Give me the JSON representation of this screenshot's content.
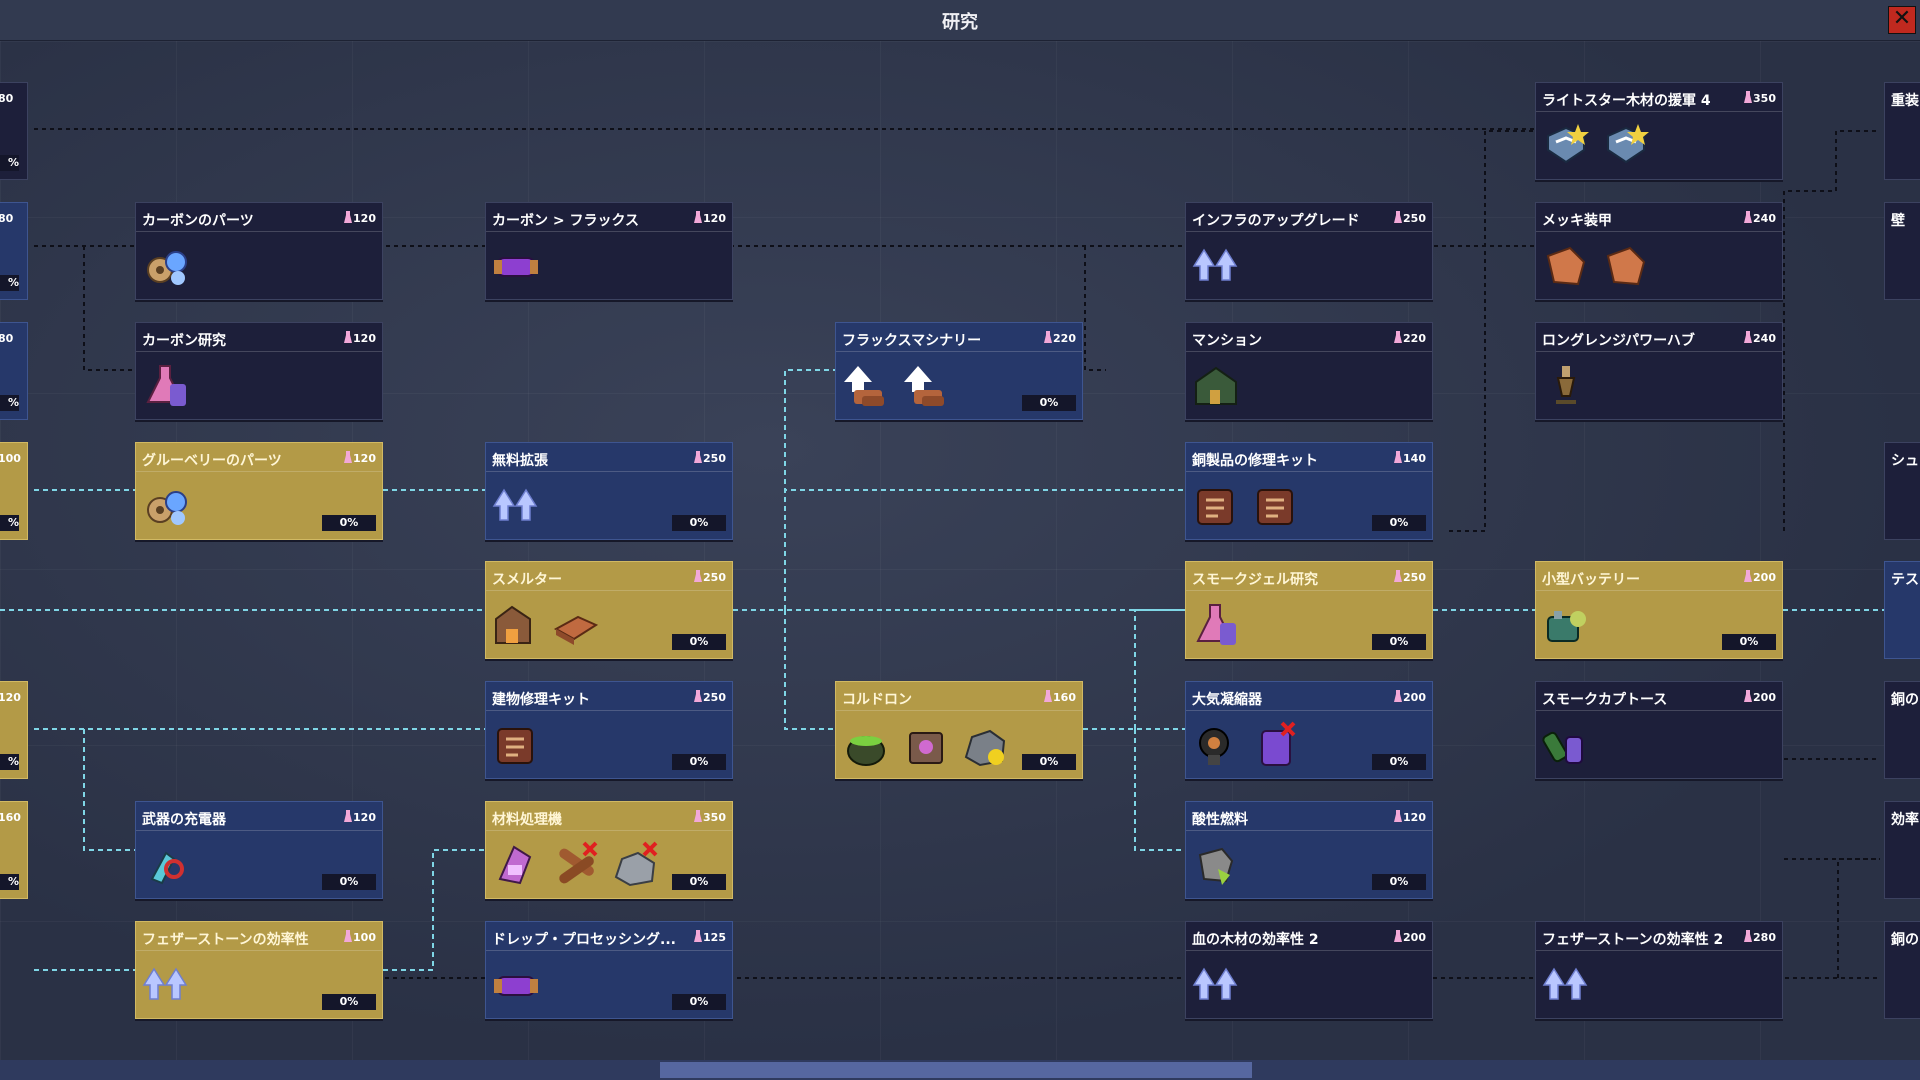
{
  "window": {
    "title": "研究",
    "close_label": "✕"
  },
  "left_stubs": [
    {
      "cost": "80",
      "pct": "%",
      "style": "dark"
    },
    {
      "cost": "80",
      "pct": "%",
      "style": "blue"
    },
    {
      "cost": "80",
      "pct": "%",
      "style": "blue"
    },
    {
      "cost": "100",
      "pct": "%",
      "style": "gold"
    },
    {
      "cost": "120",
      "pct": "%",
      "style": "gold"
    },
    {
      "cost": "160",
      "pct": "%",
      "style": "gold"
    }
  ],
  "right_stubs": [
    {
      "name": "重装"
    },
    {
      "name": "壁"
    },
    {
      "name": "シュ"
    },
    {
      "name": "テス"
    },
    {
      "name": "銅の"
    },
    {
      "name": "効率"
    },
    {
      "name": "銅の"
    }
  ],
  "cards": [
    {
      "name": "カーボンのパーツ",
      "cost": "120",
      "pct": "",
      "style": "dark"
    },
    {
      "name": "カーボン研究",
      "cost": "120",
      "pct": "",
      "style": "dark"
    },
    {
      "name": "グルーベリーのパーツ",
      "cost": "120",
      "pct": "0%",
      "style": "gold"
    },
    {
      "name": "武器の充電器",
      "cost": "120",
      "pct": "0%",
      "style": "blue"
    },
    {
      "name": "フェザーストーンの効率性",
      "cost": "100",
      "pct": "0%",
      "style": "gold"
    },
    {
      "name": "カーボン > フラックス",
      "cost": "120",
      "pct": "",
      "style": "dark"
    },
    {
      "name": "無料拡張",
      "cost": "250",
      "pct": "0%",
      "style": "blue"
    },
    {
      "name": "スメルター",
      "cost": "250",
      "pct": "0%",
      "style": "gold"
    },
    {
      "name": "建物修理キット",
      "cost": "250",
      "pct": "0%",
      "style": "blue"
    },
    {
      "name": "材料処理機",
      "cost": "350",
      "pct": "0%",
      "style": "gold"
    },
    {
      "name": "ドレップ・プロセッシング...",
      "cost": "125",
      "pct": "0%",
      "style": "blue"
    },
    {
      "name": "フラックスマシナリー",
      "cost": "220",
      "pct": "0%",
      "style": "blue"
    },
    {
      "name": "コルドロン",
      "cost": "160",
      "pct": "0%",
      "style": "gold"
    },
    {
      "name": "インフラのアップグレード",
      "cost": "250",
      "pct": "",
      "style": "dark"
    },
    {
      "name": "マンション",
      "cost": "220",
      "pct": "",
      "style": "dark"
    },
    {
      "name": "銅製品の修理キット",
      "cost": "140",
      "pct": "0%",
      "style": "blue"
    },
    {
      "name": "スモークジェル研究",
      "cost": "250",
      "pct": "0%",
      "style": "gold"
    },
    {
      "name": "大気凝縮器",
      "cost": "200",
      "pct": "0%",
      "style": "blue"
    },
    {
      "name": "酸性燃料",
      "cost": "120",
      "pct": "0%",
      "style": "blue"
    },
    {
      "name": "血の木材の効率性 2",
      "cost": "200",
      "pct": "",
      "style": "dark"
    },
    {
      "name": "ライトスター木材の援軍 4",
      "cost": "350",
      "pct": "",
      "style": "dark"
    },
    {
      "name": "メッキ装甲",
      "cost": "240",
      "pct": "",
      "style": "dark"
    },
    {
      "name": "ロングレンジパワーハブ",
      "cost": "240",
      "pct": "",
      "style": "dark"
    },
    {
      "name": "小型バッテリー",
      "cost": "200",
      "pct": "0%",
      "style": "gold"
    },
    {
      "name": "スモークカプトース",
      "cost": "200",
      "pct": "",
      "style": "dark"
    },
    {
      "name": "フェザーストーンの効率性 2",
      "cost": "280",
      "pct": "",
      "style": "dark"
    }
  ],
  "colors": {
    "gold_card": "#b39a47",
    "blue_card": "#26386a",
    "dark_card": "#1d1f3a",
    "active_link": "#7fd6e6",
    "locked_link": "#0e0f18"
  }
}
